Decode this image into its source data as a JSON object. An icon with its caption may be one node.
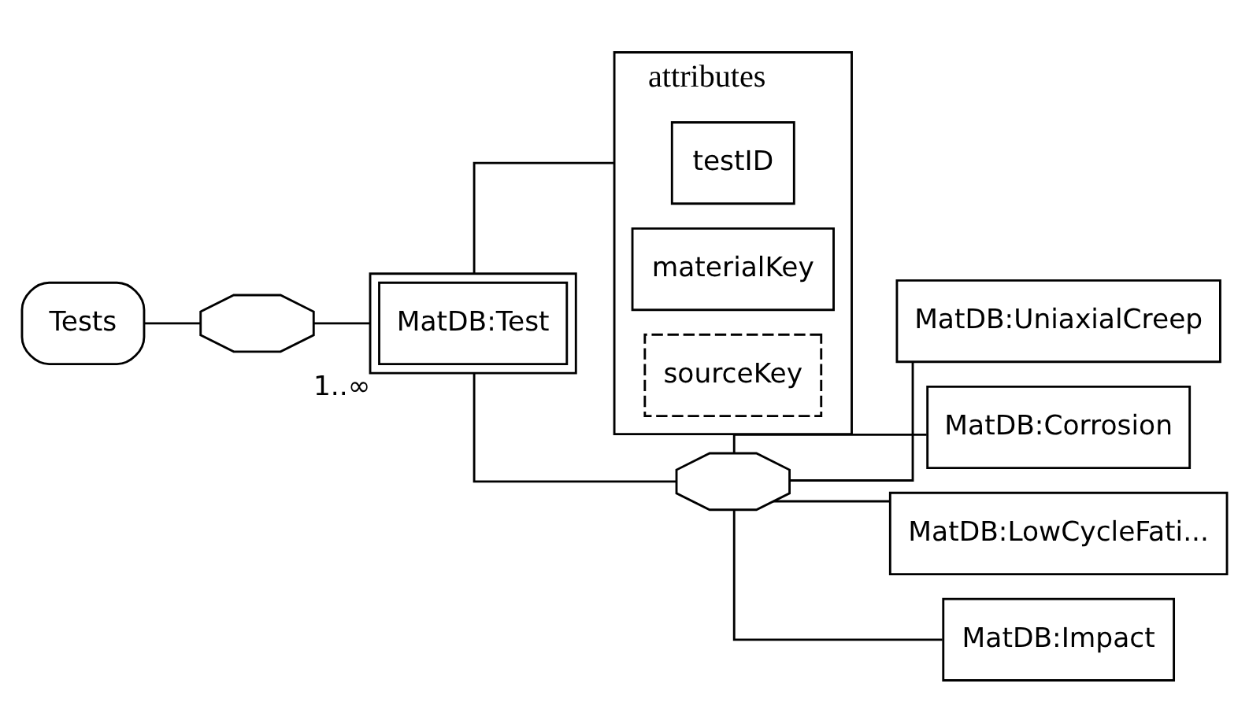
{
  "diagram": {
    "nodes": [
      {
        "text": [
          "Tests"
        ]
      },
      {
        "text": [],
        "shape": "octagon"
      },
      {
        "text": [
          "MatDB:Test"
        ],
        "beside": [
          "1..∞"
        ]
      },
      {
        "text": [
          "attributes"
        ]
      },
      {
        "text": [
          "testID"
        ],
        "in": 3
      },
      {
        "text": [
          "materialKey"
        ],
        "in": 3
      },
      {
        "text": [
          "sourceKey"
        ],
        "in": 3
      },
      {
        "text": [],
        "shape": "octagon"
      },
      {
        "text": [
          "MatDB:UniaxialCreep"
        ]
      },
      {
        "text": [
          "MatDB:Corrosion"
        ]
      },
      {
        "text": [
          "MatDB:LowCycleFati..."
        ]
      },
      {
        "text": [
          "MatDB:Impact"
        ]
      }
    ],
    "edges": [
      {
        "from": 0,
        "to": 1,
        "arrow": "none"
      },
      {
        "from": 1,
        "to": 2,
        "arrow": "none"
      },
      {
        "from": 2,
        "to": 3,
        "arrow": "none"
      },
      {
        "from": 2,
        "to": 7,
        "arrow": "none"
      },
      {
        "from": 7,
        "to": 8,
        "arrow": "none"
      },
      {
        "from": 7,
        "to": 9,
        "arrow": "none"
      },
      {
        "from": 7,
        "to": 10,
        "arrow": "none"
      },
      {
        "from": 7,
        "to": 11,
        "arrow": "none"
      }
    ]
  }
}
